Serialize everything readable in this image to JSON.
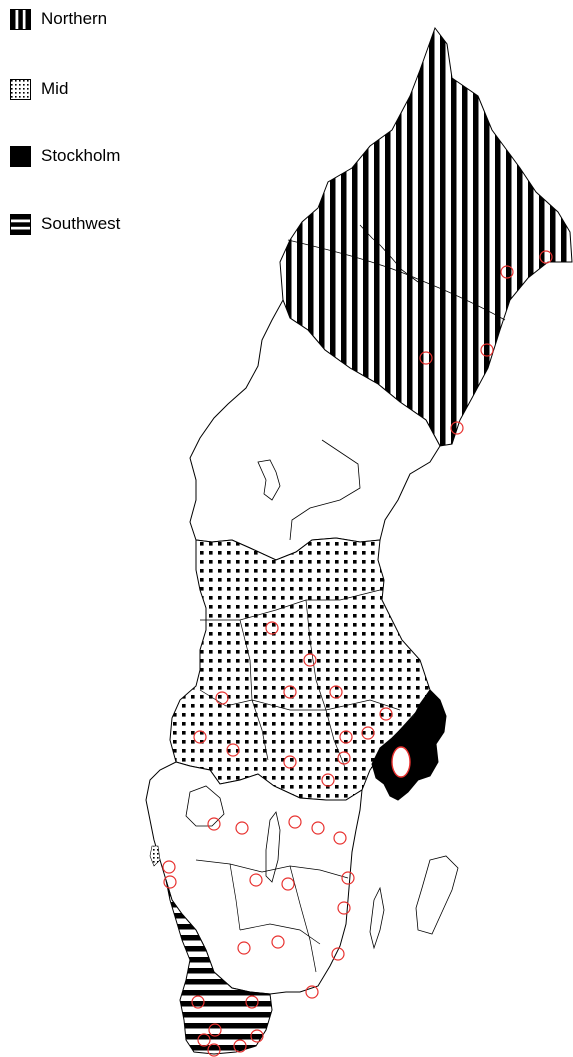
{
  "legend": {
    "items": [
      {
        "label": "Northern",
        "pattern": "vertical-stripes",
        "color": "#000000"
      },
      {
        "label": "Mid",
        "pattern": "dots",
        "color": "#000000"
      },
      {
        "label": "Stockholm",
        "pattern": "solid",
        "color": "#000000"
      },
      {
        "label": "Southwest",
        "pattern": "horizontal-stripes",
        "color": "#000000"
      }
    ]
  },
  "map": {
    "marker_color": "#e8312f",
    "outline_color": "#000000"
  }
}
